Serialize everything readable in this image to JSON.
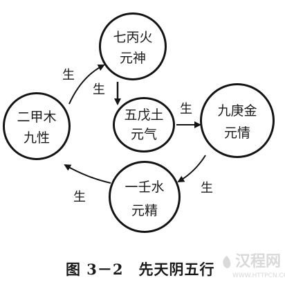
{
  "nodes": {
    "top": {
      "line1": "七丙火",
      "line2": "元神"
    },
    "left": {
      "line1": "二甲木",
      "line2": "九性"
    },
    "center": {
      "line1": "五戊土",
      "line2": "元气"
    },
    "right": {
      "line1": "九庚金",
      "line2": "元情"
    },
    "bottom": {
      "line1": "一壬水",
      "line2": "元精"
    }
  },
  "arrow_labels": {
    "left_to_top": "生",
    "top_to_center": "生",
    "center_to_right": "生",
    "right_to_bottom": "生",
    "bottom_to_left": "生"
  },
  "caption": "图 3－2　先天阴五行",
  "watermark": {
    "text": "汉程网",
    "url": "WWW.HTTPCN.COM"
  },
  "colors": {
    "line": "#141414",
    "background": "#ffffff",
    "watermark": "#d9d9d9"
  }
}
